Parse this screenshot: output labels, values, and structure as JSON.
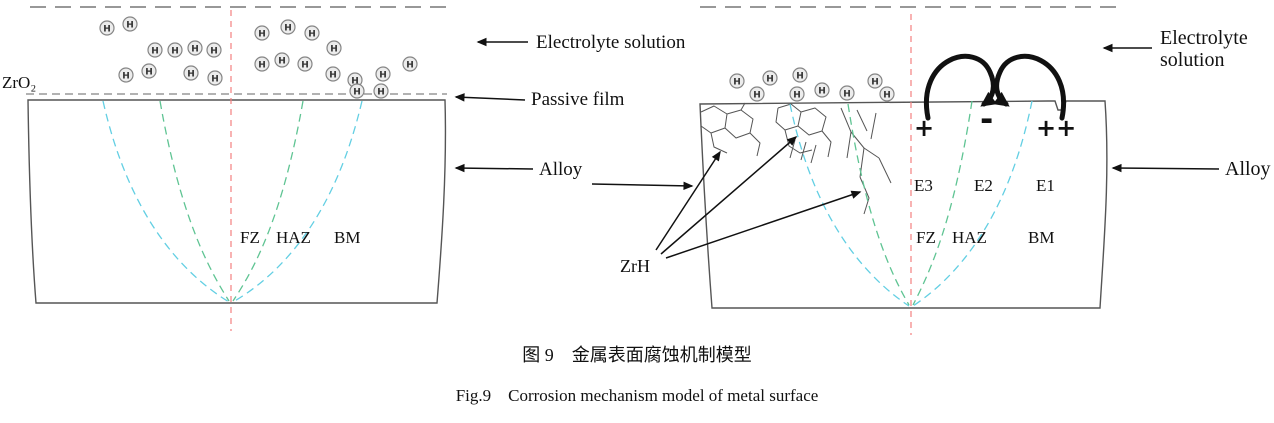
{
  "figure": {
    "caption_zh": "图 9　金属表面腐蚀机制模型",
    "caption_en": "Fig.9  Corrosion mechanism model of metal surface"
  },
  "symbols": {
    "hydrogen": "H"
  },
  "zones": {
    "fz": "FZ",
    "haz": "HAZ",
    "bm": "BM"
  },
  "left_panel": {
    "surface_label": "ZrO₂"
  },
  "right_panel": {
    "hydride_label": "ZrH",
    "electrodes": {
      "e3": "E3",
      "e2": "E2",
      "e1": "E1"
    },
    "charges": {
      "anode_left": "+",
      "cathode": "-",
      "anode_right": "++"
    }
  },
  "annotations": {
    "electrolyte_solution": "Electrolyte solution",
    "electrolyte_line1": "Electrolyte",
    "electrolyte_line2": "solution",
    "passive_film": "Passive film",
    "alloy": "Alloy"
  },
  "colors": {
    "centerline_red": "#f28080",
    "haz_boundary_cyan": "#63cfe3",
    "fusion_boundary_green": "#5fc493"
  }
}
